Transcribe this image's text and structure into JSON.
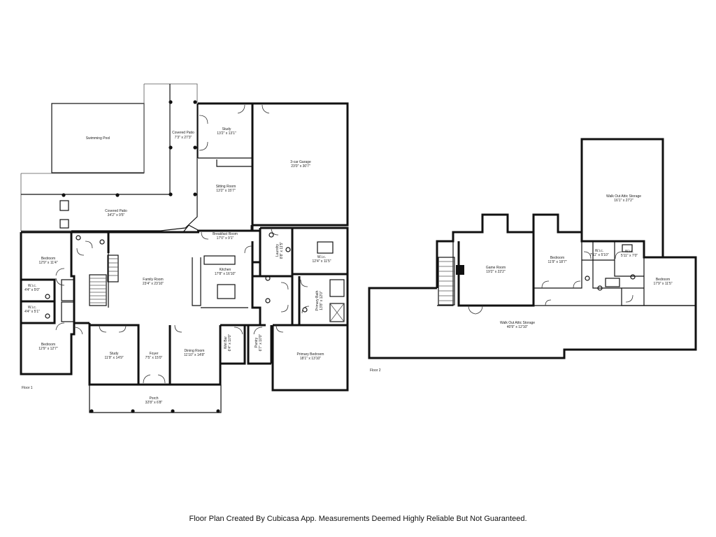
{
  "floor1": {
    "label": "Floor 1",
    "rooms": {
      "swimming_pool": {
        "name": "Swimming Pool",
        "dim": ""
      },
      "covered_patio_upper": {
        "name": "Covered Patio",
        "dim": "7'3\" x 27'3\""
      },
      "study_upper": {
        "name": "Study",
        "dim": "13'2\" x 13'1\""
      },
      "garage": {
        "name": "3-car Garage",
        "dim": "23'0\" x 30'7\""
      },
      "sitting_room": {
        "name": "Sitting Room",
        "dim": "13'2\" x 15'7\""
      },
      "covered_patio_lower": {
        "name": "Covered Patio",
        "dim": "34'2\" x 9'5\""
      },
      "breakfast_room": {
        "name": "Breakfast Room",
        "dim": "17'0\" x 9'1\""
      },
      "laundry": {
        "name": "Laundry",
        "dim": "8'8\" x 11'5\""
      },
      "wic_primary": {
        "name": "W.i.c.",
        "dim": "12'4\" x 11'5\""
      },
      "bedroom_nw": {
        "name": "Bedroom",
        "dim": "12'9\" x 11'4\""
      },
      "family_room": {
        "name": "Family Room",
        "dim": "23'4\" x 23'10\""
      },
      "kitchen": {
        "name": "Kitchen",
        "dim": "17'8\" x 16'10\""
      },
      "wic_1": {
        "name": "W.i.c.",
        "dim": "4'4\" x 5'0\""
      },
      "wic_2": {
        "name": "W.i.c.",
        "dim": "4'4\" x 5'1\""
      },
      "primary_bath": {
        "name": "Primary Bath",
        "dim": "13'8\" x 12'0\""
      },
      "bedroom_sw": {
        "name": "Bedroom",
        "dim": "12'9\" x 12'7\""
      },
      "study_lower": {
        "name": "Study",
        "dim": "11'9\" x 14'9\""
      },
      "foyer": {
        "name": "Foyer",
        "dim": "7'5\" x 15'0\""
      },
      "dining_room": {
        "name": "Dining Room",
        "dim": "11'10\" x 14'8\""
      },
      "wet_bar": {
        "name": "Wet Bar",
        "dim": "6'4\" x 10'0\""
      },
      "pantry": {
        "name": "Pantry",
        "dim": "6'7\" x 10'0\""
      },
      "primary_bedroom": {
        "name": "Primary Bedroom",
        "dim": "18'1\" x 13'10\""
      },
      "porch": {
        "name": "Porch",
        "dim": "32'8\" x 6'8\""
      }
    }
  },
  "floor2": {
    "label": "Floor 2",
    "rooms": {
      "attic_storage_upper": {
        "name": "Walk Out Attic Storage",
        "dim": "16'1\" x 27'2\""
      },
      "game_room": {
        "name": "Game Room",
        "dim": "19'2\" x 22'2\""
      },
      "bedroom_mid": {
        "name": "Bedroom",
        "dim": "11'9\" x 18'7\""
      },
      "wic_a": {
        "name": "W.i.c.",
        "dim": "7'11\" x 5'10\""
      },
      "wic_b": {
        "name": "W.i.c.",
        "dim": "5'11\" x 7'0\""
      },
      "bedroom_east": {
        "name": "Bedroom",
        "dim": "17'9\" x 11'5\""
      },
      "attic_storage_lower": {
        "name": "Walk Out Attic Storage",
        "dim": "40'9\" x 12'10\""
      }
    }
  },
  "disclaimer": "Floor Plan Created By Cubicasa App. Measurements Deemed Highly Reliable But Not Guaranteed."
}
